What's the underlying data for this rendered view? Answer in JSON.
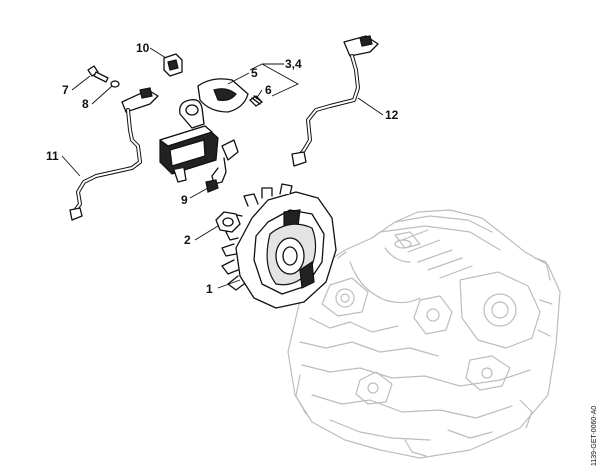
{
  "diagram": {
    "callouts": [
      {
        "id": "1",
        "label": "1"
      },
      {
        "id": "2",
        "label": "2"
      },
      {
        "id": "3_4",
        "label": "3,4"
      },
      {
        "id": "5",
        "label": "5"
      },
      {
        "id": "6",
        "label": "6"
      },
      {
        "id": "7",
        "label": "7"
      },
      {
        "id": "8",
        "label": "8"
      },
      {
        "id": "9",
        "label": "9"
      },
      {
        "id": "10",
        "label": "10"
      },
      {
        "id": "11",
        "label": "11"
      },
      {
        "id": "12",
        "label": "12"
      }
    ],
    "drawing_code": "1139-GET-0060-A0"
  }
}
